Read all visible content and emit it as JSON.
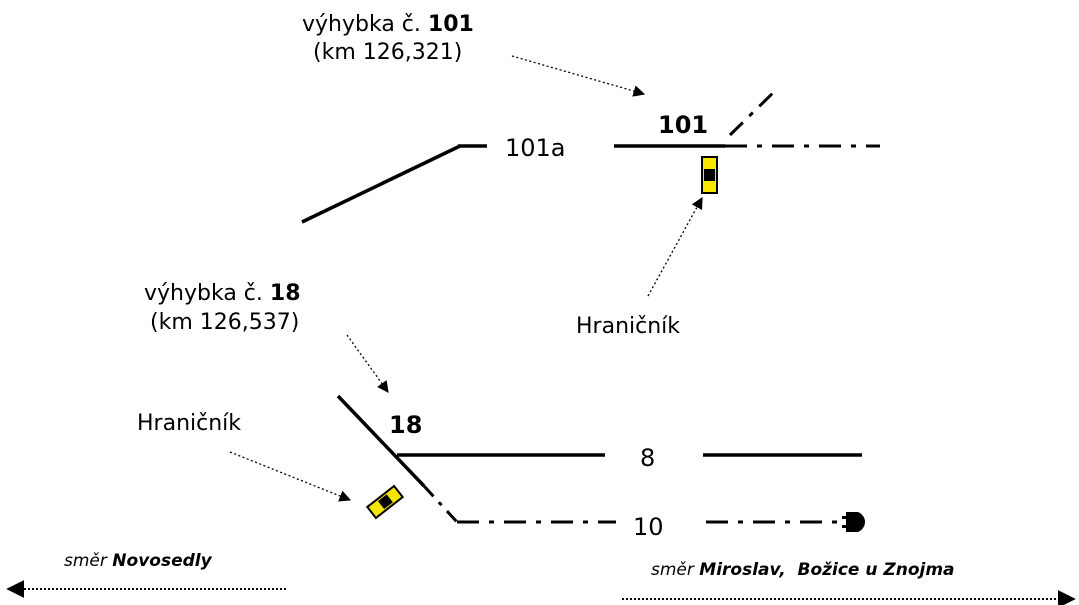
{
  "switch_101": {
    "caption_prefix": "výhybka č.",
    "number": "101",
    "km": "(km 126,321)",
    "track_label": "101",
    "branch_track": "101a"
  },
  "switch_18": {
    "caption_prefix": "výhybka č.",
    "number": "18",
    "km": "(km 126,537)",
    "track_label": "18"
  },
  "tracks": {
    "track_8": "8",
    "track_10": "10"
  },
  "boundary_markers": {
    "upper_label": "Hraničník",
    "lower_label": "Hraničník",
    "colors": {
      "fill": "#f5e600",
      "dark": "#000000"
    }
  },
  "directions": {
    "left_prefix": "směr",
    "left_place": "Novosedly",
    "right_prefix": "směr",
    "right_place": "Miroslav,  Božice u Znojma"
  }
}
